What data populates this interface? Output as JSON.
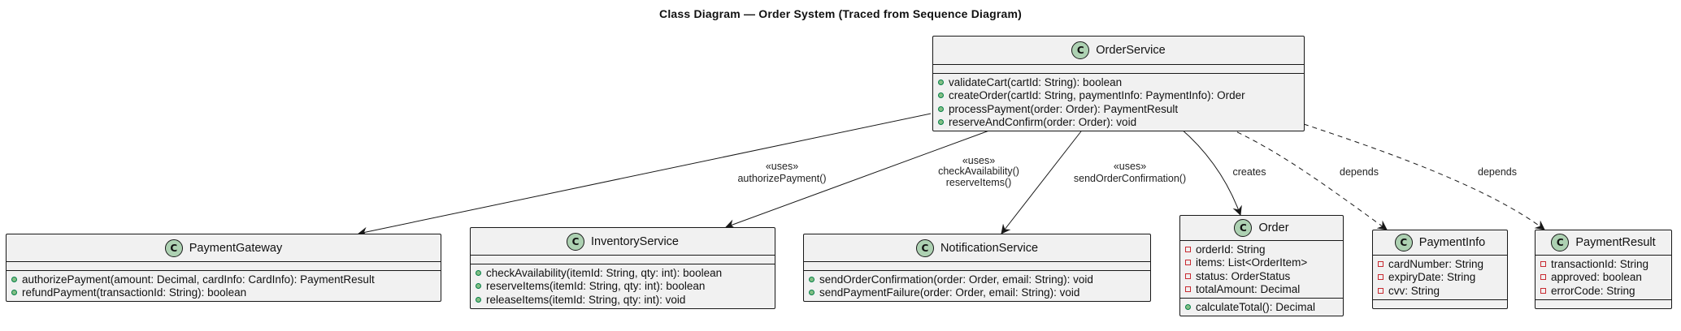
{
  "diagram": {
    "title": "Class Diagram — Order System (Traced from Sequence Diagram)",
    "classes": {
      "order_service": {
        "name": "OrderService",
        "badge": "C",
        "methods": [
          "validateCart(cartId: String): boolean",
          "createOrder(cartId: String, paymentInfo: PaymentInfo): Order",
          "processPayment(order: Order): PaymentResult",
          "reserveAndConfirm(order: Order): void"
        ]
      },
      "payment_gateway": {
        "name": "PaymentGateway",
        "badge": "C",
        "methods": [
          "authorizePayment(amount: Decimal, cardInfo: CardInfo): PaymentResult",
          "refundPayment(transactionId: String): boolean"
        ]
      },
      "inventory_service": {
        "name": "InventoryService",
        "badge": "C",
        "methods": [
          "checkAvailability(itemId: String, qty: int): boolean",
          "reserveItems(itemId: String, qty: int): boolean",
          "releaseItems(itemId: String, qty: int): void"
        ]
      },
      "notification_service": {
        "name": "NotificationService",
        "badge": "C",
        "methods": [
          "sendOrderConfirmation(order: Order, email: String): void",
          "sendPaymentFailure(order: Order, email: String): void"
        ]
      },
      "order": {
        "name": "Order",
        "badge": "C",
        "fields": [
          "orderId: String",
          "items: List<OrderItem>",
          "status: OrderStatus",
          "totalAmount: Decimal"
        ],
        "methods": [
          "calculateTotal(): Decimal"
        ]
      },
      "payment_info": {
        "name": "PaymentInfo",
        "badge": "C",
        "fields": [
          "cardNumber: String",
          "expiryDate: String",
          "cvv: String"
        ]
      },
      "payment_result": {
        "name": "PaymentResult",
        "badge": "C",
        "fields": [
          "transactionId: String",
          "approved: boolean",
          "errorCode: String"
        ]
      }
    },
    "edges": {
      "to_payment_gateway": {
        "stereotype": "«uses»",
        "label": "authorizePayment()"
      },
      "to_inventory_service": {
        "stereotype": "«uses»",
        "label_line1": "checkAvailability()",
        "label_line2": "reserveItems()"
      },
      "to_notification_service": {
        "stereotype": "«uses»",
        "label": "sendOrderConfirmation()"
      },
      "to_order": {
        "label": "creates"
      },
      "to_payment_info": {
        "label": "depends"
      },
      "to_payment_result": {
        "label": "depends"
      }
    }
  }
}
